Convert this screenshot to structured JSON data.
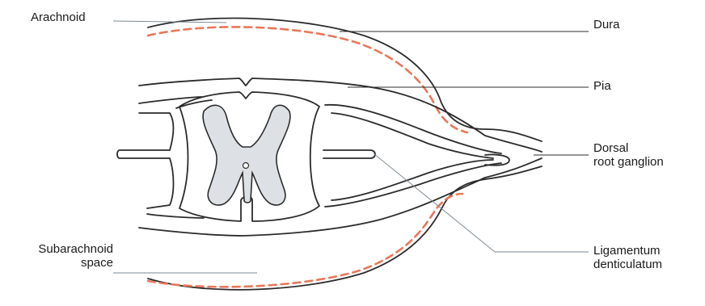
{
  "labels": {
    "arachnoid": "Arachnoid",
    "dura": "Dura",
    "pia": "Pia",
    "dorsal_line1": "Dorsal",
    "dorsal_line2": "root ganglion",
    "subarachnoid_line1": "Subarachnoid",
    "subarachnoid_line2": "space",
    "ligamentum_line1": "Ligamentum",
    "ligamentum_line2": "denticulatum"
  },
  "colors": {
    "outline": "#2b2b2b",
    "arachnoid_dash": "#e8775a",
    "gray_matter": "#dde1e5",
    "leader_grey": "#7d8a94",
    "background": "#ffffff"
  }
}
